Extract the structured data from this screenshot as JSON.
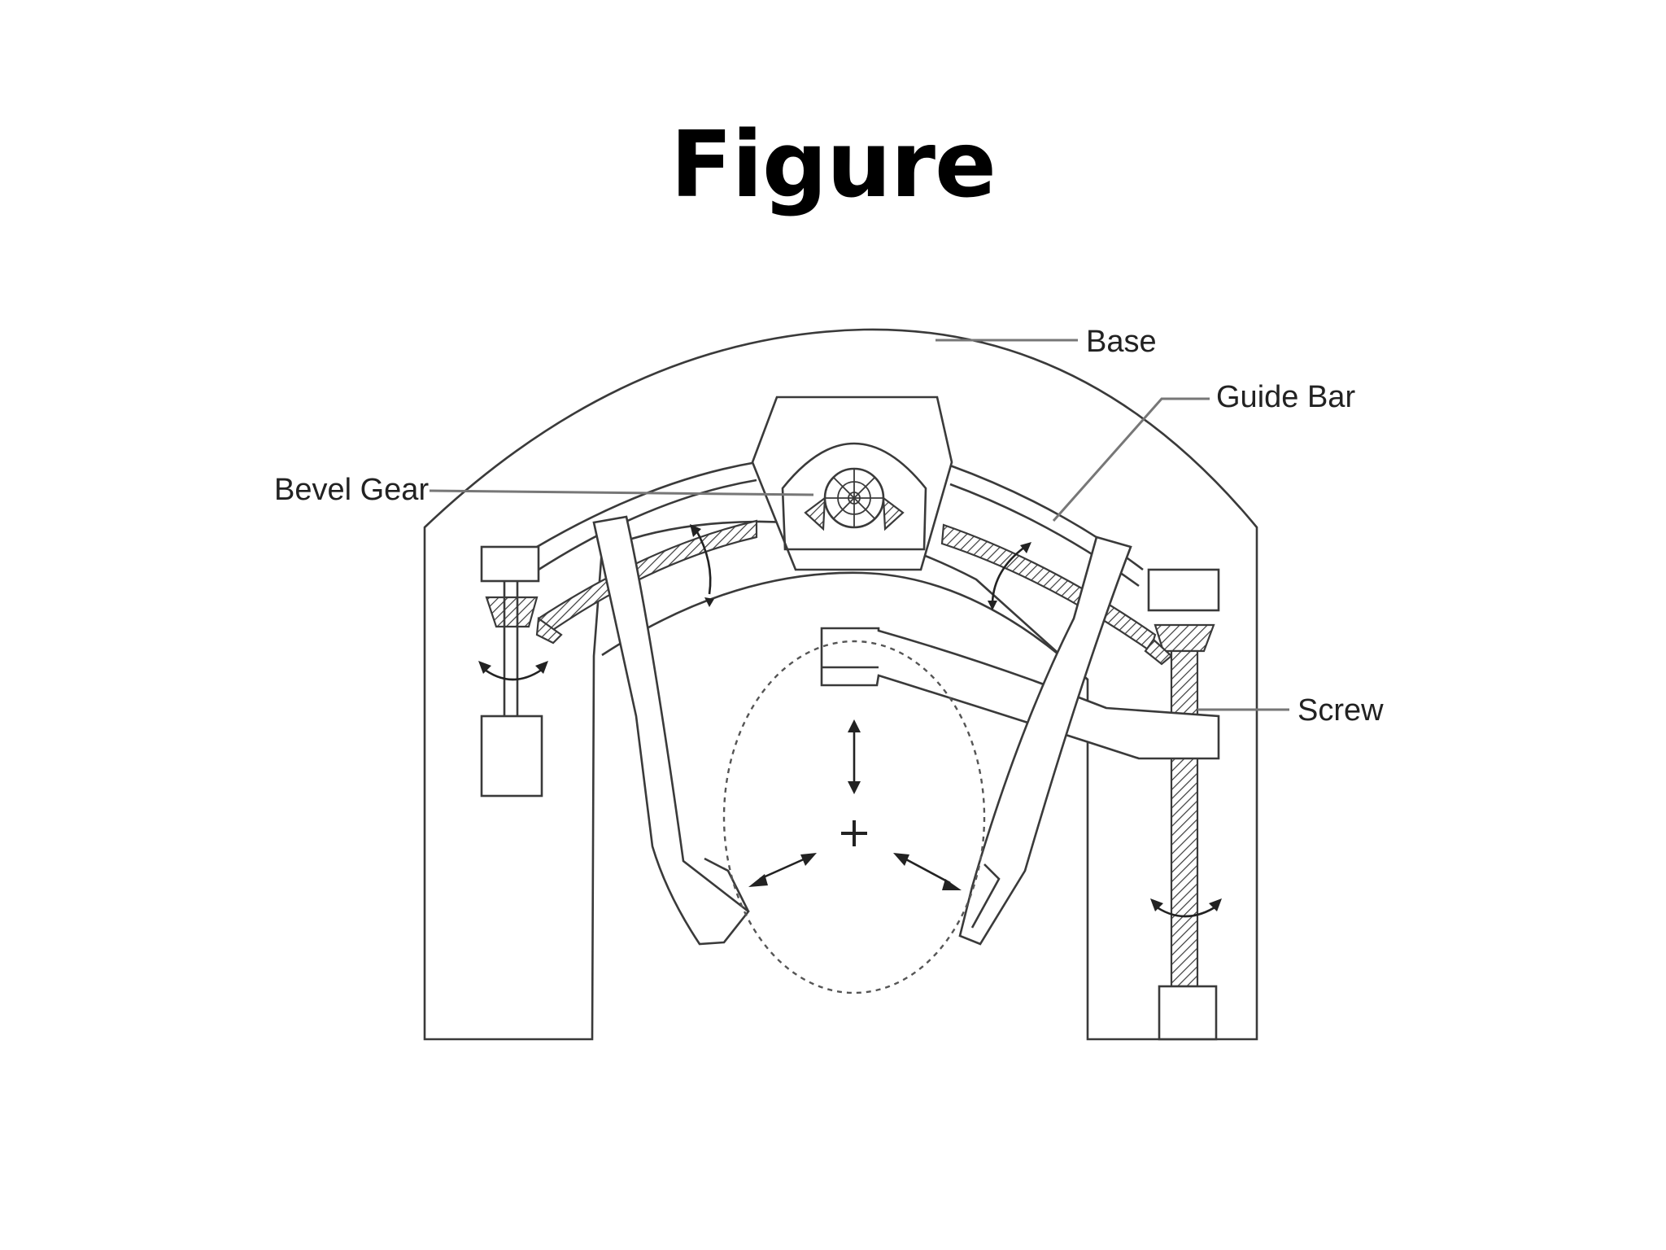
{
  "title": "Figure",
  "labels": {
    "base": "Base",
    "guide_bar": "Guide Bar",
    "bevel_gear": "Bevel Gear",
    "screw": "Screw"
  },
  "colors": {
    "background": "#ffffff",
    "line": "#3a3a3a",
    "text": "#000000"
  }
}
